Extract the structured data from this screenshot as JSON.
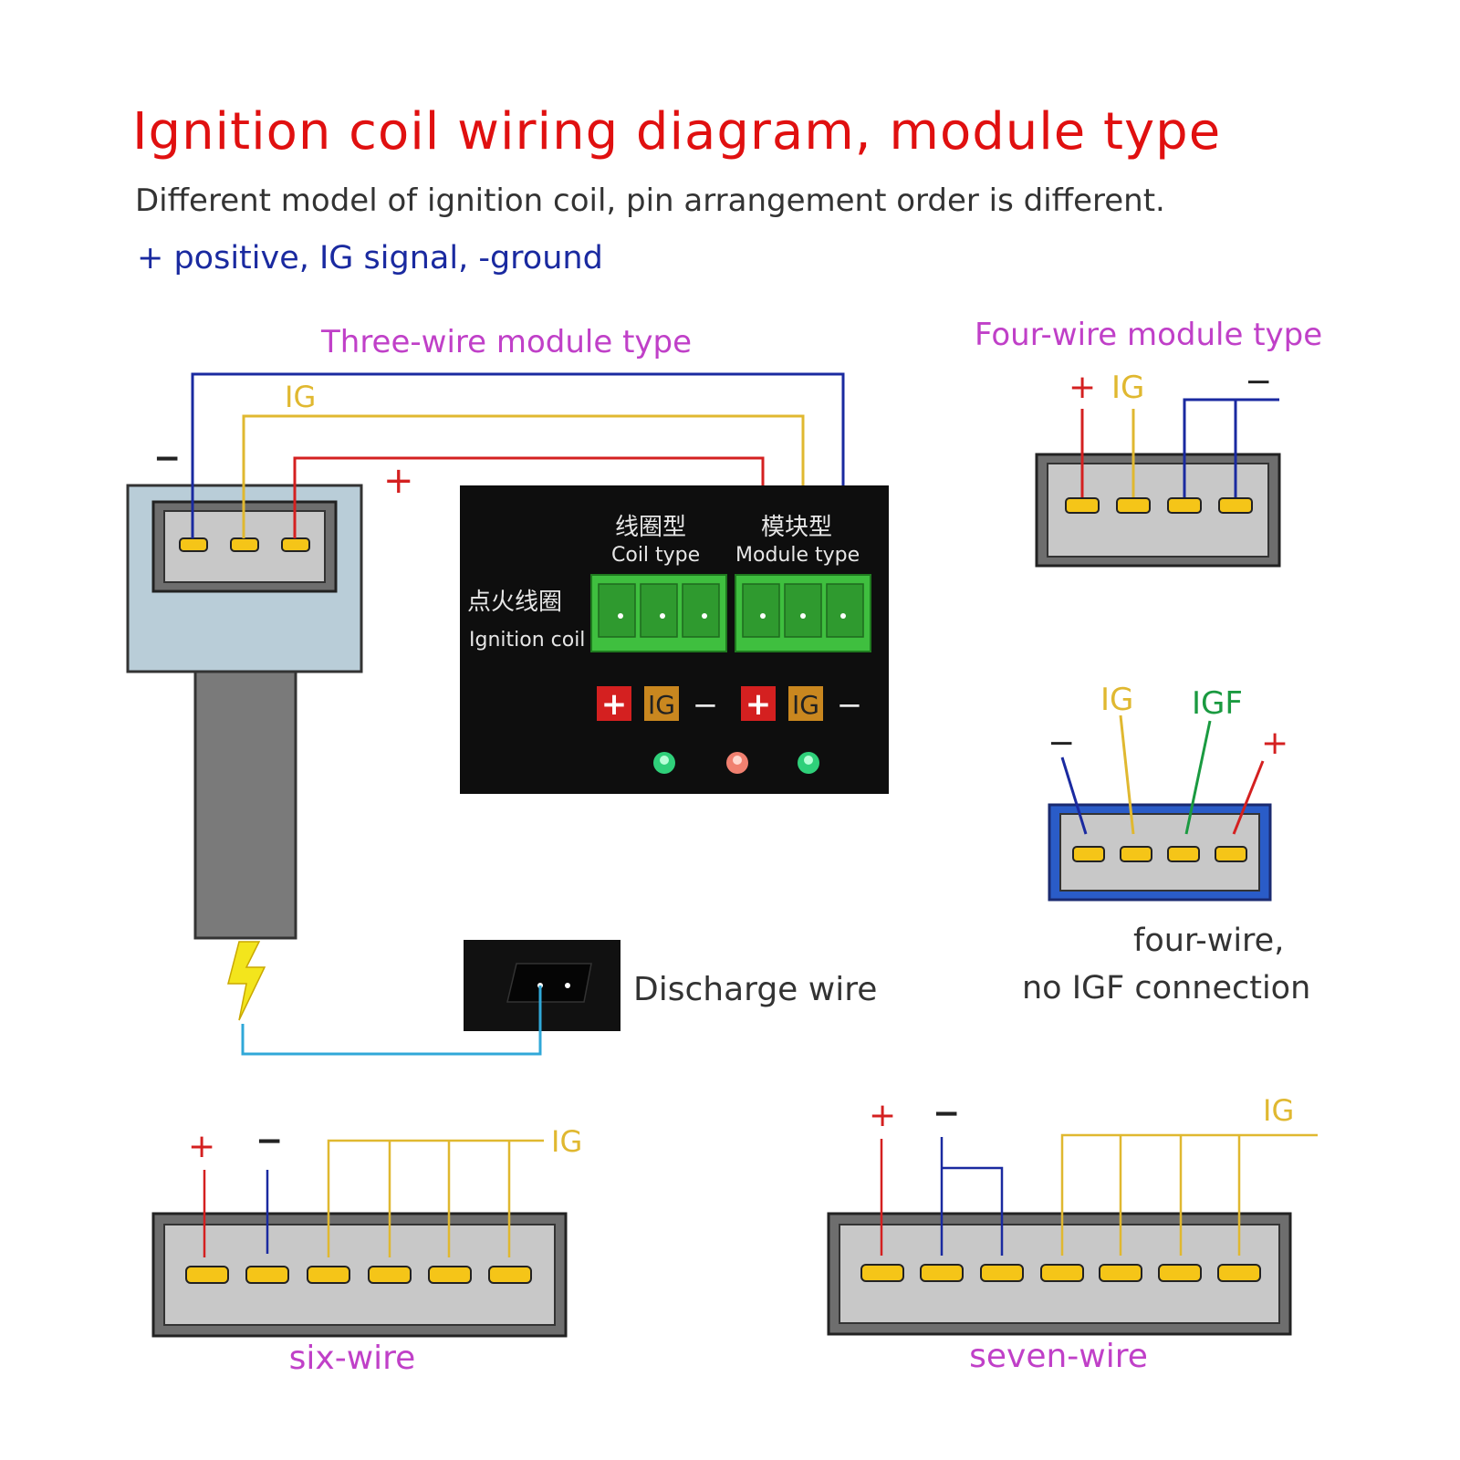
{
  "header": {
    "title": "Ignition coil wiring diagram, module type",
    "subtitle": "Different model of ignition coil, pin arrangement order is different.",
    "legend": "+ positive, IG signal, -ground"
  },
  "colors": {
    "title": "#e01010",
    "positive_wire": "#d42020",
    "ground_wire": "#1a2aa0",
    "ig_wire": "#e0b830",
    "igf_wire": "#1a9a40",
    "section_label": "#c040c8",
    "discharge_wire": "#30a8d8",
    "pin": "#f5c518",
    "terminal_green": "#3fbf3f"
  },
  "three_wire": {
    "heading": "Three-wire module type",
    "minus": "−",
    "ig": "IG",
    "plus": "+"
  },
  "module_panel": {
    "coil_type_cn": "线圈型",
    "coil_type_en": "Coil type",
    "module_type_cn": "模块型",
    "module_type_en": "Module type",
    "ignition_coil_cn": "点火线圈",
    "ignition_coil_en": "Ignition coil",
    "plus": "+",
    "ig": "IG",
    "minus": "−"
  },
  "discharge": {
    "label": "Discharge wire"
  },
  "four_wire_a": {
    "heading": "Four-wire module type",
    "plus": "+",
    "ig": "IG",
    "minus": "−"
  },
  "four_wire_b": {
    "minus": "−",
    "ig": "IG",
    "igf": "IGF",
    "plus": "+",
    "caption_line1": "four-wire,",
    "caption_line2": "no IGF connection"
  },
  "six_wire": {
    "plus": "+",
    "minus": "−",
    "ig": "IG",
    "caption": "six-wire"
  },
  "seven_wire": {
    "plus": "+",
    "minus": "−",
    "ig": "IG",
    "caption": "seven-wire"
  }
}
